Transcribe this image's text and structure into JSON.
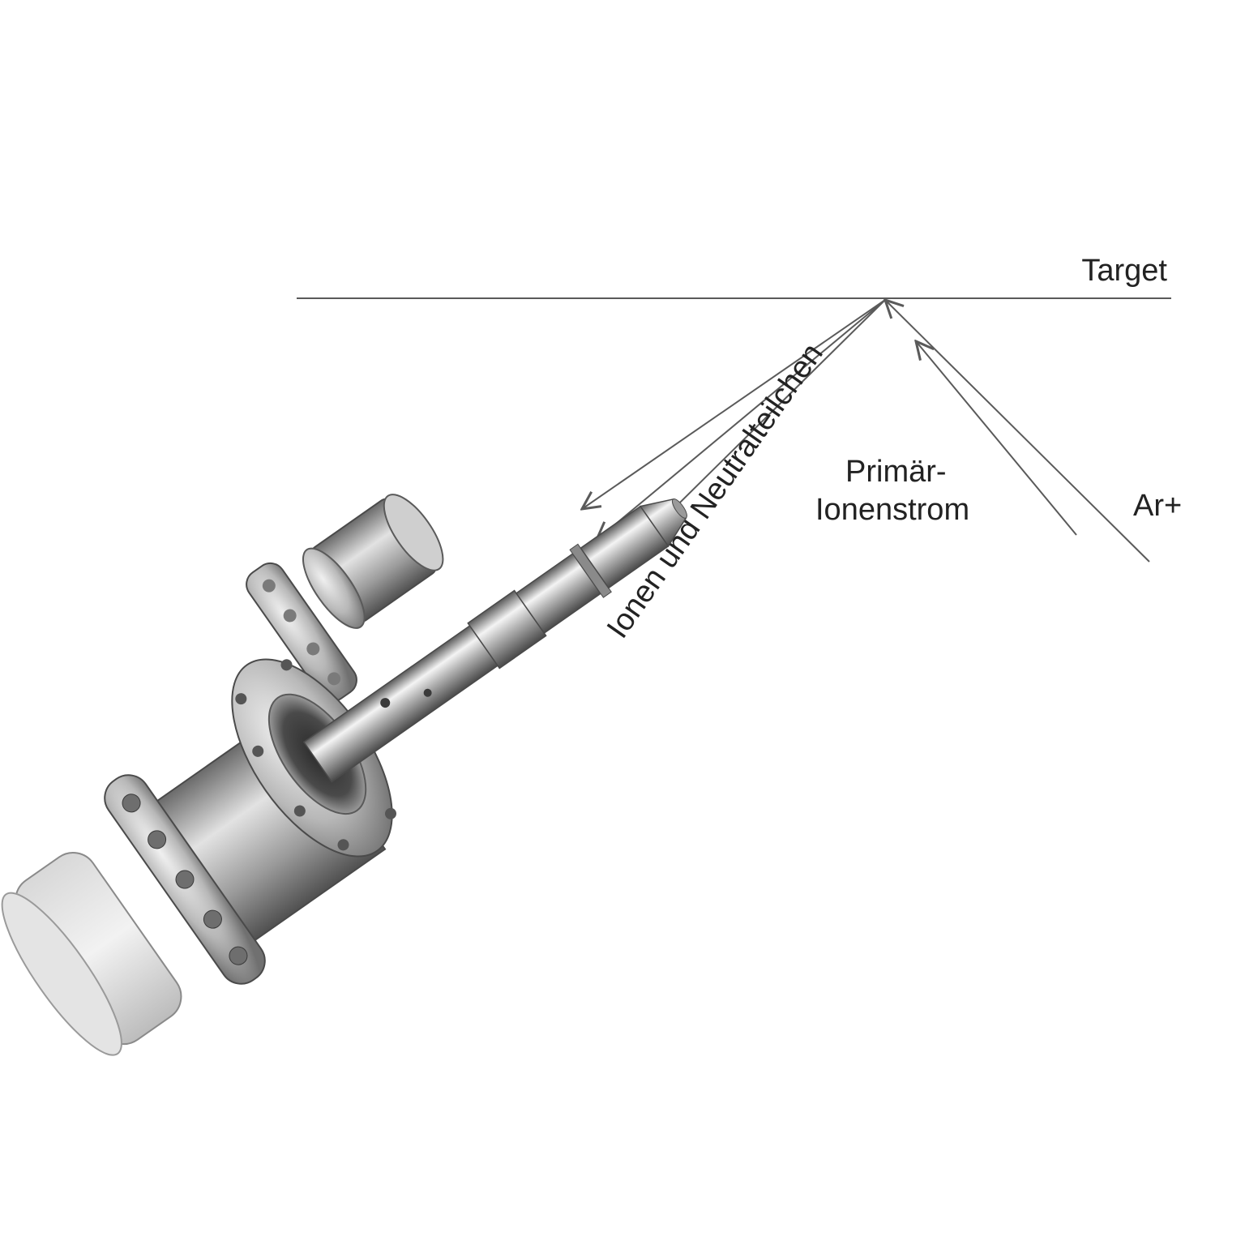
{
  "labels": {
    "target": "Target",
    "secondary_beam": "Ionen und Neutralteilchen",
    "primary_line1": "Primär-",
    "primary_line2": "Ionenstrom",
    "ion_species": "Ar+"
  },
  "colors": {
    "line": "#5a5a5a",
    "text": "#222222",
    "background": "#ffffff",
    "metal_light": "#e6e6e6",
    "metal_mid": "#a8a8a8",
    "metal_dark": "#5c5c5c"
  },
  "device": {
    "description_icon": "ion-source-device-photo"
  }
}
